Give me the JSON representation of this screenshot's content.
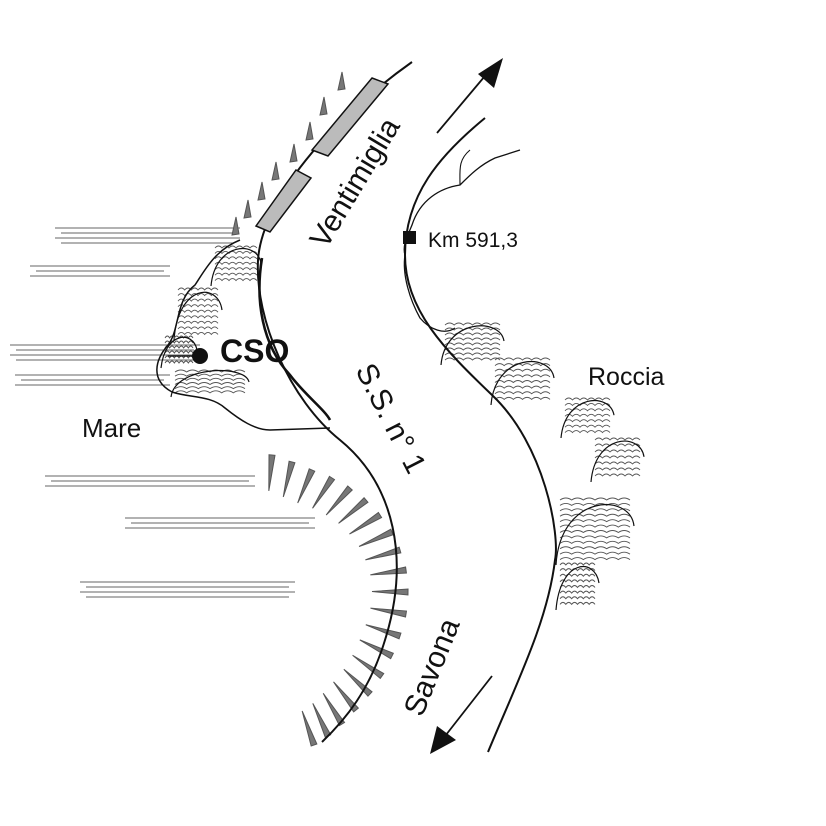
{
  "labels": {
    "ventimiglia": "Ventimiglia",
    "km": "Km 591,3",
    "cso": "CSO",
    "road": "S.S. n° 1",
    "roccia": "Roccia",
    "mare": "Mare",
    "savona": "Savona"
  },
  "colors": {
    "line": "#111111",
    "wall_fill": "#bbbbbb",
    "slope_mark": "#777777",
    "sea_line": "#666666",
    "rock_line": "#555555"
  }
}
